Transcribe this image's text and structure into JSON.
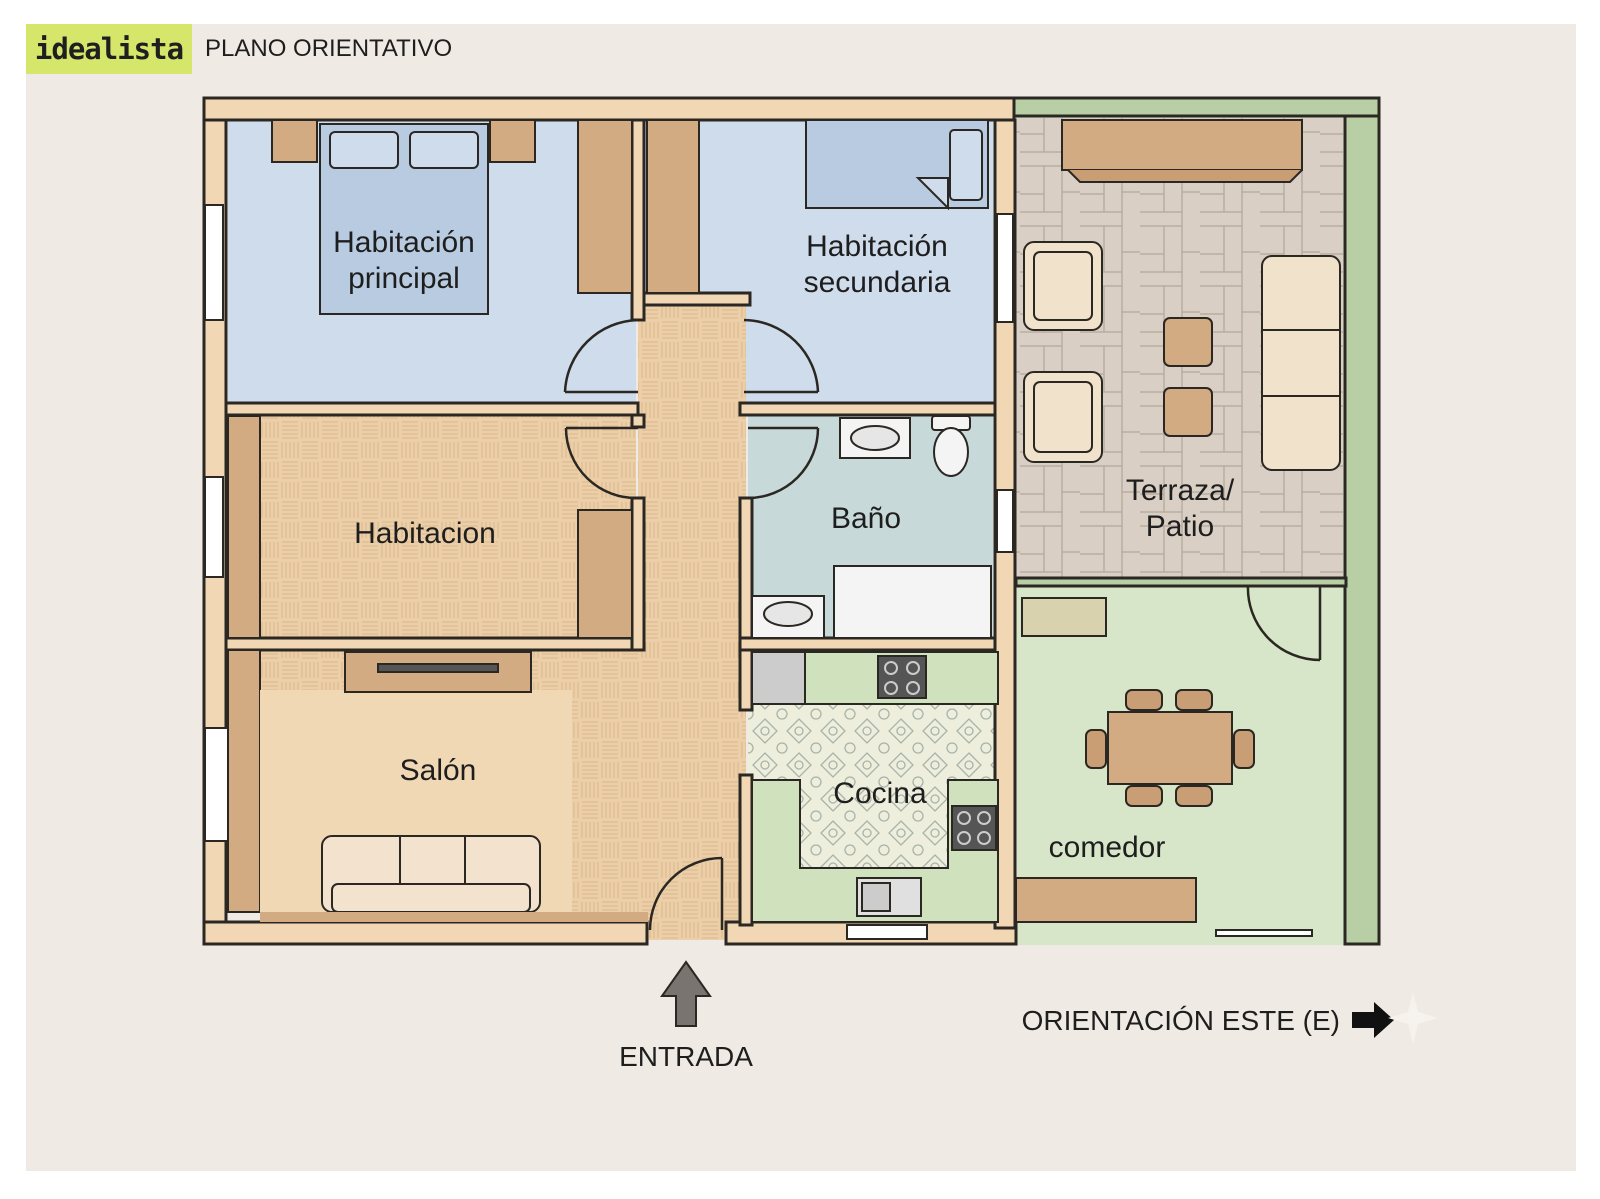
{
  "header": {
    "brand": "idealista",
    "title": "PLANO ORIENTATIVO"
  },
  "rooms": {
    "master_bedroom": [
      "Habitación",
      "principal"
    ],
    "second_bedroom": [
      "Habitación",
      "secundaria"
    ],
    "bedroom": "Habitacion",
    "bathroom": "Baño",
    "terrace": [
      "Terraza/",
      "Patio"
    ],
    "living_room": "Salón",
    "kitchen": "Cocina",
    "dining": "comedor"
  },
  "entrance_label": "ENTRADA",
  "orientation_label": "ORIENTACIÓN ESTE (E)",
  "colors": {
    "background": "#efeae3",
    "brand": "#d6e66a",
    "wall": "#f2d7b5",
    "wall_edge": "#2b2723",
    "bedroom_blue": "#cfdceb",
    "bathroom": "#c7dad9",
    "parquet": "#eccfa8",
    "green": "#d7e6c9",
    "stone": "#d9cfc4",
    "wood": "#d2ab82"
  }
}
